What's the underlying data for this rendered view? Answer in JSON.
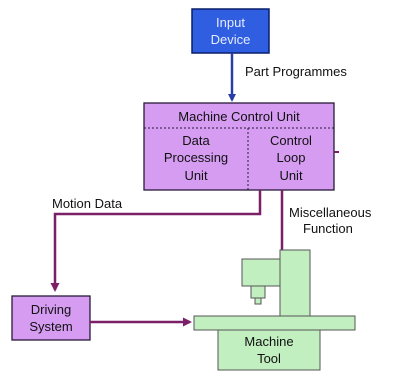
{
  "diagram": {
    "input_device": {
      "line1": "Input",
      "line2": "Device"
    },
    "part_programmes": "Part Programmes",
    "mcu": {
      "title": "Machine Control Unit",
      "dpu": {
        "line1": "Data",
        "line2": "Processing",
        "line3": "Unit"
      },
      "clu": {
        "line1": "Control",
        "line2": "Loop",
        "line3": "Unit"
      }
    },
    "motion_data": "Motion Data",
    "misc_function": {
      "line1": "Miscellaneous",
      "line2": "Function"
    },
    "driving_system": {
      "line1": "Driving",
      "line2": "System"
    },
    "machine_tool": {
      "line1": "Machine",
      "line2": "Tool"
    }
  },
  "colors": {
    "input_fill": "#2f5ee0",
    "input_text": "#e6ecff",
    "mcu_fill": "#d59cf2",
    "tool_fill": "#c2efc0",
    "arrow_blue": "#2a3ea8",
    "arrow_purple": "#7a1f68"
  }
}
